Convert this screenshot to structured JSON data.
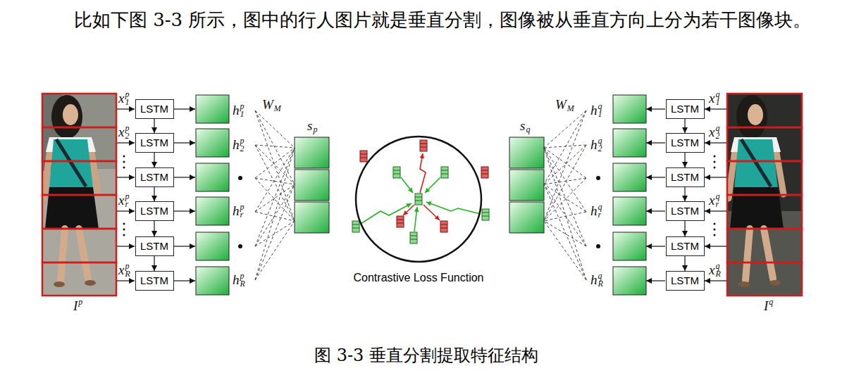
{
  "diagram": {
    "caption": "图 3-3 垂直分割提取特征结构",
    "nodes": [
      {
        "text": [
          "LSTM"
        ]
      },
      {
        "text": [
          "LSTM"
        ]
      },
      {
        "text": [
          "LSTM"
        ]
      },
      {
        "text": [
          "LSTM"
        ]
      },
      {
        "text": [
          "LSTM"
        ]
      },
      {
        "text": [
          "LSTM"
        ]
      },
      {
        "text": [
          "Contrastive Loss Function"
        ]
      },
      {
        "text": [
          "LSTM"
        ]
      },
      {
        "text": [
          "LSTM"
        ]
      },
      {
        "text": [
          "LSTM"
        ]
      },
      {
        "text": [
          "LSTM"
        ]
      },
      {
        "text": [
          "LSTM"
        ]
      },
      {
        "text": [
          "LSTM"
        ]
      }
    ],
    "edges": [
      {
        "from": 0,
        "to": 1,
        "arrow": "to"
      },
      {
        "from": 1,
        "to": 2,
        "arrow": "to"
      },
      {
        "from": 2,
        "to": 3,
        "arrow": "to"
      },
      {
        "from": 3,
        "to": 4,
        "arrow": "to"
      },
      {
        "from": 4,
        "to": 5,
        "arrow": "to"
      },
      {
        "from": 7,
        "to": 8,
        "arrow": "to"
      },
      {
        "from": 8,
        "to": 9,
        "arrow": "to"
      },
      {
        "from": 9,
        "to": 10,
        "arrow": "to"
      },
      {
        "from": 10,
        "to": 11,
        "arrow": "to"
      },
      {
        "from": 11,
        "to": 12,
        "arrow": "to"
      }
    ],
    "labels": [
      "比如下图 3-3 所示，图中的行人图片就是垂直分割，图像被从垂直方向上分为若干图像块。",
      "x",
      "1",
      "p",
      "x",
      "2",
      "p",
      "x",
      "r",
      "p",
      "x",
      "R",
      "p",
      "h",
      "1",
      "p",
      "h",
      "2",
      "p",
      "h",
      "r",
      "p",
      "h",
      "R",
      "p",
      "W",
      "M",
      "s",
      "p",
      "I",
      "p",
      "s",
      "q",
      "W",
      "M",
      "h",
      "1",
      "q",
      "h",
      "2",
      "q",
      "h",
      "r",
      "q",
      "h",
      "R",
      "q",
      "x",
      "1",
      "q",
      "x",
      "2",
      "q",
      "x",
      "r",
      "q",
      "x",
      "R",
      "q",
      "I",
      "q"
    ]
  }
}
